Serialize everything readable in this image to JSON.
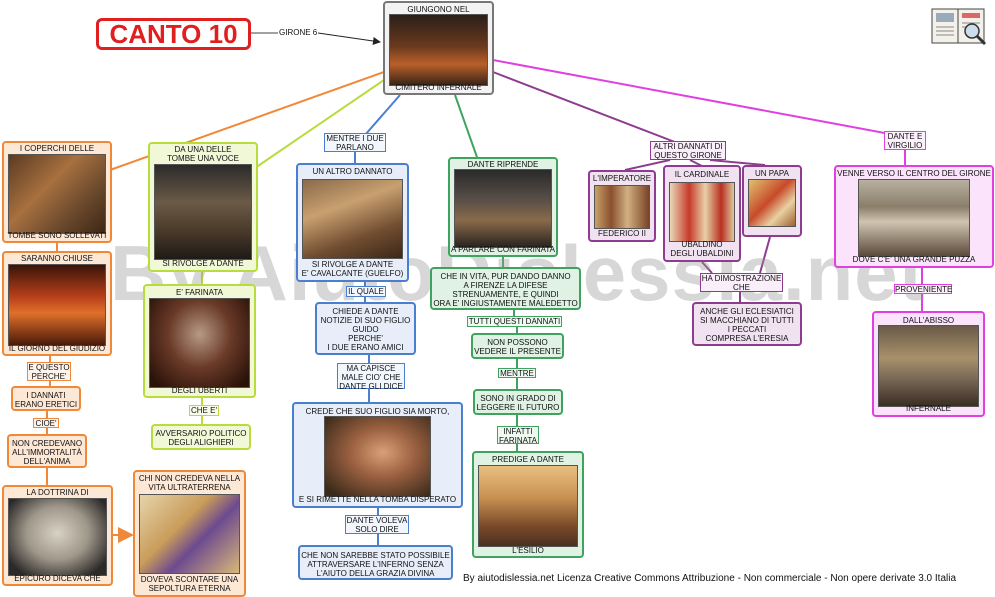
{
  "title": "CANTO 10",
  "girone_label": "GIRONE 6",
  "watermark": "By AiutoDislessia.net",
  "credit": "By aiutodislessia.net Licenza Creative Commons Attribuzione - Non commerciale - Non opere derivate 3.0 Italia",
  "icon": "book-magnifier-icon",
  "colors": {
    "title": "#e02020",
    "orange": "#f0883a",
    "lime": "#b8dc3c",
    "blue": "#4a7fd0",
    "green": "#3fa35f",
    "purple": "#8e3c8f",
    "magenta": "#e040e0"
  },
  "nodes": {
    "central": {
      "top": "GIUNGONO NEL",
      "bottom": "CIMITERO INFERNALE"
    },
    "coperchi": {
      "top": "I COPERCHI DELLE",
      "bottom": "TOMBE SONO SOLLEVATI"
    },
    "chiuse": {
      "top": "SARANNO CHIUSE",
      "bottom": "IL GIORNO DEL GIUDIZIO"
    },
    "dannati_eretici": {
      "text": "I DANNATI\nERANO ERETICI"
    },
    "non_credevano": {
      "text": "NON CREDEVANO\nALL'IMMORTALITÀ\nDELL'ANIMA"
    },
    "epicuro": {
      "top": "LA DOTTRINA DI",
      "bottom": "EPICURO DICEVA CHE"
    },
    "chi_non_credeva": {
      "top": "CHI NON CREDEVA NELLA\nVITA ULTRATERRENA",
      "bottom": "DOVEVA SCONTARE UNA\nSEPOLTURA ETERNA"
    },
    "tombe_voce": {
      "top": "DA UNA DELLE\nTOMBE UNA VOCE",
      "bottom": "SI RIVOLGE A DANTE"
    },
    "farinata": {
      "top": "E'  FARINATA",
      "bottom": "DEGLI UBERTI"
    },
    "avversario": {
      "text": "AVVERSARIO POLITICO\nDEGLI ALIGHIERI"
    },
    "altro_dannato": {
      "top": "UN ALTRO DANNATO",
      "bottom": "SI RIVOLGE A DANTE\nE' CAVALCANTE (GUELFO)"
    },
    "chiede": {
      "text": "CHIEDE A DANTE\nNOTIZIE DI SUO FIGLIO\nGUIDO\nPERCHE'\nI DUE ERANO AMICI"
    },
    "crede": {
      "top": "CREDE CHE SUO FIGLIO SIA MORTO,",
      "bottom": "E SI RIMETTE  NELLA TOMBA DISPERATO"
    },
    "chenonsarebbe": {
      "text": "CHE NON SAREBBE STATO POSSIBILE\nATTRAVERSARE L'INFERNO SENZA\nL'AIUTO DELLA GRAZIA DIVINA"
    },
    "dante_riprende": {
      "top": "DANTE RIPRENDE",
      "bottom": "A PARLARE CON FARINATA"
    },
    "che_in_vita": {
      "text": "CHE IN VITA, PUR DANDO DANNO\nA FIRENZE LA DIFESE\nSTRENUAMENTE, E QUINDI\nORA E' INGIUSTAMENTE MALEDETTO"
    },
    "non_possono": {
      "text": "NON POSSONO\nVEDERE IL PRESENTE"
    },
    "sono_in_grado": {
      "text": "SONO IN GRADO DI\nLEGGERE IL FUTURO"
    },
    "predige": {
      "top": "PREDIGE A DANTE",
      "bottom": "L'ESILIO"
    },
    "imperatore": {
      "top": "L'IMPERATORE",
      "bottom": "FEDERICO II"
    },
    "cardinale": {
      "top": "IL CARDINALE",
      "bottom": "UBALDINO\nDEGLI UBALDINI"
    },
    "papa": {
      "top": "UN PAPA",
      "bottom": ""
    },
    "anche_ecclesiastici": {
      "text": "ANCHE GLI ECLESIATICI\nSI MACCHIANO DI TUTTI\nI PECCATI\nCOMPRESA L'ERESIA"
    },
    "venne_verso": {
      "top": "VENNE VERSO IL CENTRO DEL GIRONE",
      "bottom": "DOVE C'E' UNA GRANDE PUZZA"
    },
    "abisso": {
      "top": "DALL'ABISSO",
      "bottom": "INFERNALE"
    }
  },
  "labels": {
    "e_questo": "E QUESTO\nPERCHE'",
    "cioe": "CIOE'",
    "che_e": "CHE E'",
    "mentre_i_due": "MENTRE I DUE\nPARLANO",
    "il_quale": "IL QUALE",
    "ma_capisce": "MA CAPISCE\nMALE CIO' CHE\nDANTE GLI DICE",
    "dante_voleva": "DANTE VOLEVA\nSOLO DIRE",
    "tutti_dannati": "TUTTI QUESTI DANNATI",
    "mentre": "MENTRE",
    "infatti": "INFATTI\nFARINATA",
    "altri_dannati": "ALTRI DANNATI DI\nQUESTO GIRONE",
    "ha_dimostrazione": "HA DIMOSTRAZIONE\nCHE",
    "dante_virgilio": "DANTE E\nVIRGILIO",
    "proveniente": "PROVENIENTE"
  }
}
